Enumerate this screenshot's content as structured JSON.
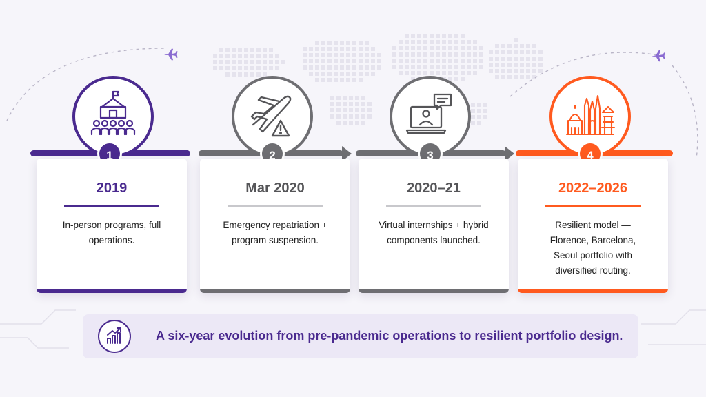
{
  "colors": {
    "purple": "#4a2a8f",
    "gray": "#6e6e72",
    "orange": "#ff5a1f",
    "background": "#f6f5fa",
    "summary_bg": "#ece8f6"
  },
  "steps": [
    {
      "number": "1",
      "title": "2019",
      "description": "In-person programs, full operations.",
      "icon": "campus-group-icon",
      "color": "purple"
    },
    {
      "number": "2",
      "title": "Mar 2020",
      "description": "Emergency repatriation + program suspension.",
      "icon": "plane-warning-icon",
      "color": "gray"
    },
    {
      "number": "3",
      "title": "2020–21",
      "description": "Virtual internships + hybrid components launched.",
      "icon": "laptop-chat-icon",
      "color": "gray"
    },
    {
      "number": "4",
      "title": "2022–2026",
      "description": "Resilient model — Florence, Barcelona, Seoul portfolio with diversified routing.",
      "icon": "city-landmarks-icon",
      "color": "orange"
    }
  ],
  "summary": {
    "icon": "growth-chart-icon",
    "text": "A six-year evolution from pre-pandemic operations to resilient portfolio design."
  },
  "decorations": [
    "airplane-icon",
    "airplane-icon",
    "world-map"
  ]
}
